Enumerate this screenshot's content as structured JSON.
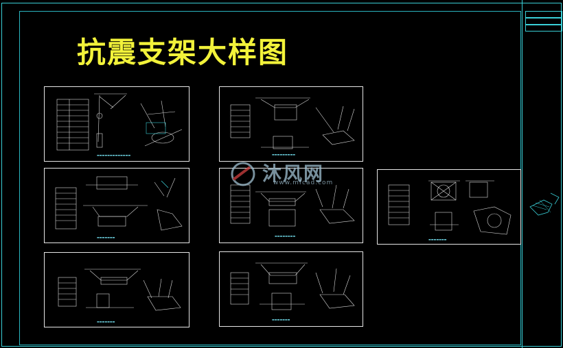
{
  "drawing": {
    "title": "抗震支架大样图",
    "title_color": "#f2f23a",
    "frame_color": "#3ad0d8",
    "sheet_border_color": "#e8e8e8",
    "background": "#000000"
  },
  "watermark": {
    "text": "沐风网",
    "url": "www.mfcad.com"
  }
}
